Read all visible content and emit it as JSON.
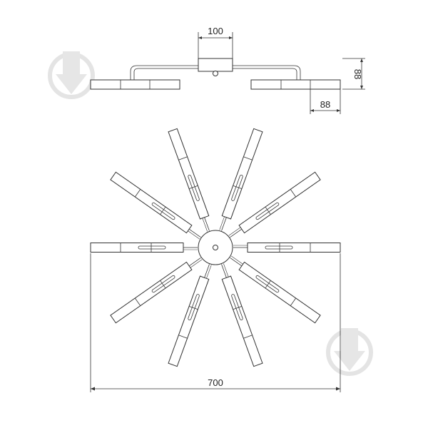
{
  "dimensions": {
    "top_width": "100",
    "side_height": "88",
    "bottom_width": "88",
    "total_width": "700"
  },
  "arms": {
    "count": 10,
    "angles_deg": [
      -20,
      20,
      -55,
      55,
      -90,
      90,
      -125,
      125,
      -160,
      160
    ]
  },
  "colors": {
    "line": "#333333",
    "watermark": "#e6e6e6"
  },
  "watermark_icon": "droplet-logo-icon"
}
